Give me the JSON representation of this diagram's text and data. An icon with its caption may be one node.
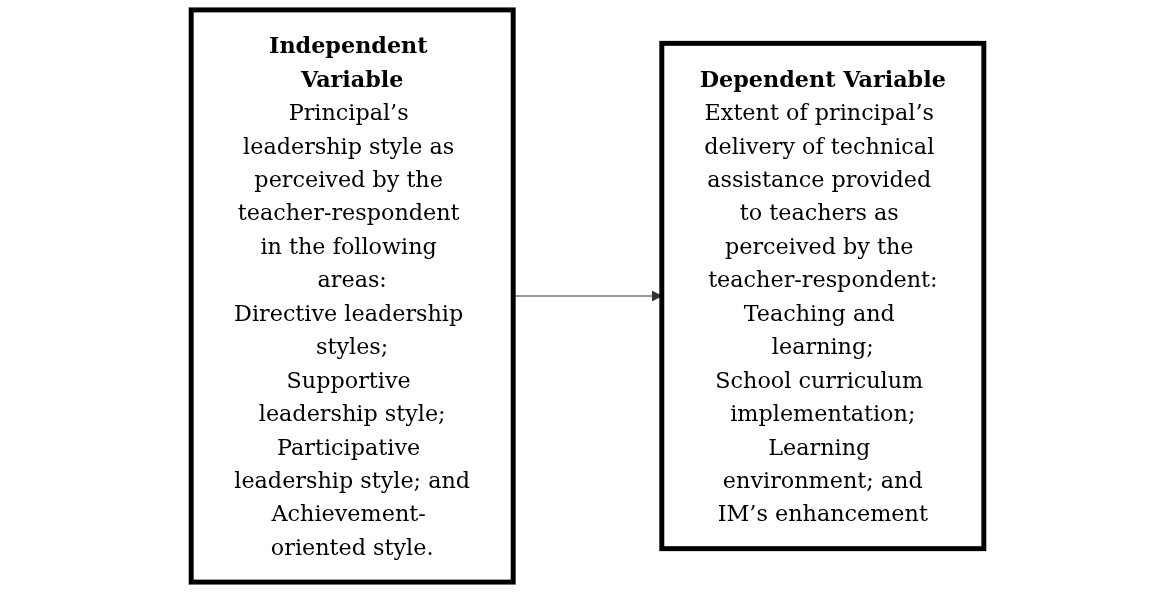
{
  "diagram": {
    "nodes": [
      {
        "text": [
          "Independent Variable",
          "Principal’s leadership style as perceived by the teacher-respondent in the following areas:",
          "Directive leadership styles;",
          "Supportive leadership style;",
          "Participative leadership style; and",
          "Achievement- oriented style."
        ]
      },
      {
        "text": [
          "Dependent Variable",
          "Extent of principal’s delivery of technical assistance provided to teachers as perceived by the teacher-respondent:",
          "Teaching and learning;",
          "School curriculum implementation;",
          "Learning environment; and",
          "IM’s enhancement"
        ]
      }
    ],
    "edges": [
      {
        "from": 0,
        "to": 1,
        "arrow": "to"
      }
    ]
  }
}
